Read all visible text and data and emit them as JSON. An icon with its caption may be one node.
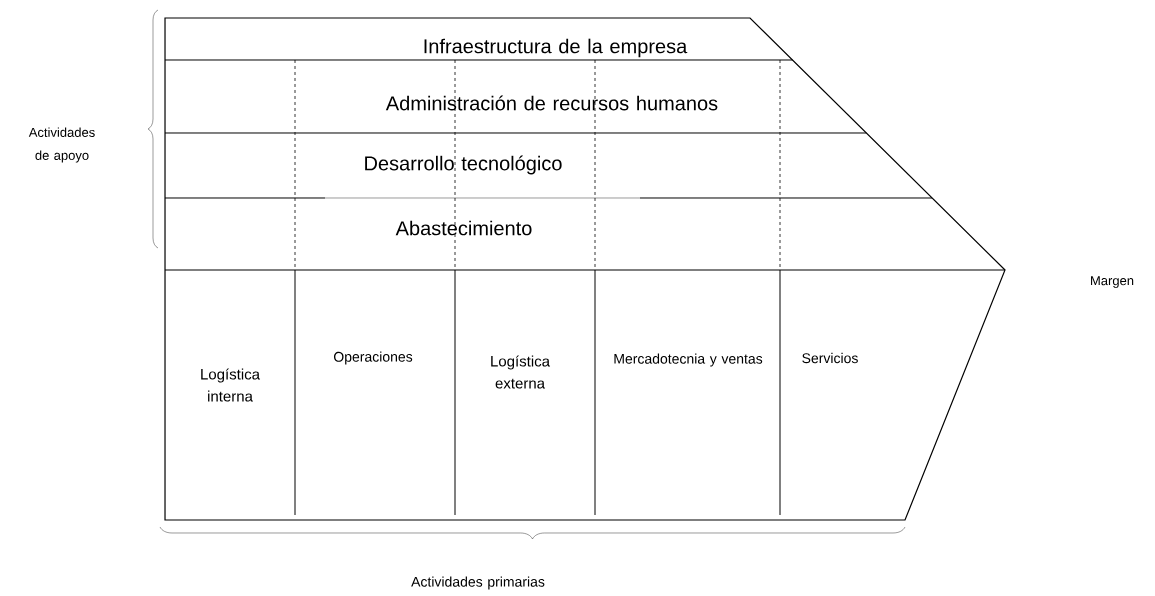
{
  "diagram": {
    "nodes": [
      {
        "text": [
          "Infraestructura de la empresa"
        ]
      },
      {
        "text": [
          "Administración de recursos humanos"
        ]
      },
      {
        "text": [
          "Desarrollo tecnológico"
        ]
      },
      {
        "text": [
          "Abastecimiento"
        ]
      },
      {
        "text": [
          "Logística interna"
        ]
      },
      {
        "text": [
          "Operaciones"
        ]
      },
      {
        "text": [
          "Logística externa"
        ]
      },
      {
        "text": [
          "Mercadotecnia y ventas"
        ]
      },
      {
        "text": [
          "Servicios"
        ]
      }
    ],
    "labels": [
      "Actividades de apoyo",
      "Margen",
      "Actividades primarias"
    ]
  }
}
